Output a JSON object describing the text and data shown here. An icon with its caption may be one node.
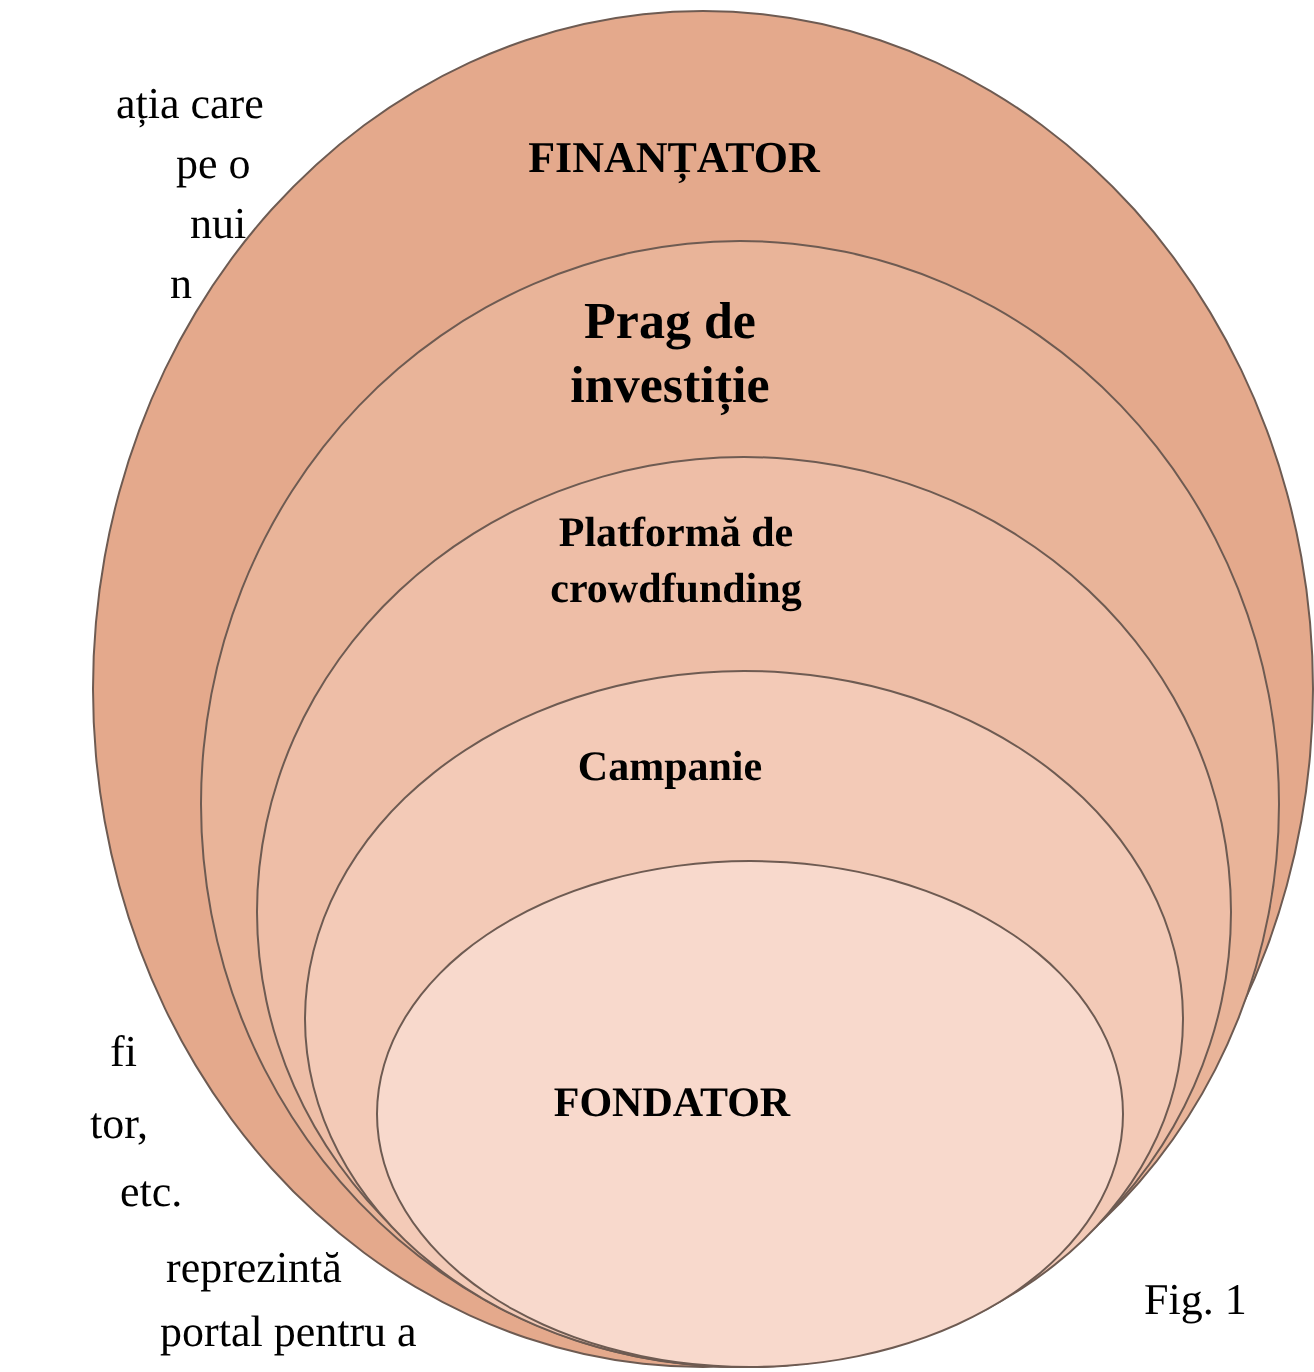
{
  "diagram": {
    "nodes": [
      {
        "text": [
          "FINANȚATOR"
        ]
      },
      {
        "text": [
          "Prag de investiție"
        ],
        "in": 0
      },
      {
        "text": [
          "Platformă de crowdfunding"
        ],
        "in": 1
      },
      {
        "text": [
          "Campanie"
        ],
        "in": 2
      },
      {
        "text": [
          "FONDATOR"
        ],
        "in": 3
      }
    ],
    "labels": [
      "ația care",
      "pe o",
      "nui",
      "n",
      "fi",
      "tor,",
      "etc.",
      "reprezintă",
      "portal pentru a",
      "Fig. 1"
    ]
  }
}
